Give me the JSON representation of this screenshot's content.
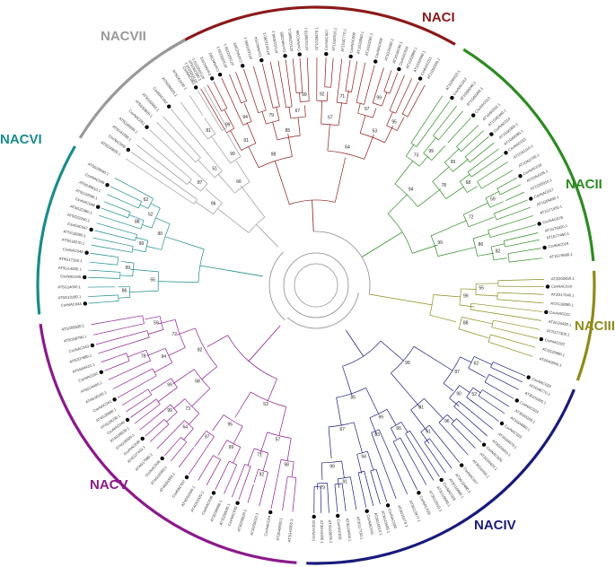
{
  "clades": [
    {
      "name": "NACI",
      "color": "#8b1a1a",
      "from": -32,
      "to": 30
    },
    {
      "name": "NACII",
      "color": "#2e8b22",
      "from": 32,
      "to": 85
    },
    {
      "name": "NACIII",
      "color": "#8b8b1a",
      "from": 87,
      "to": 110
    },
    {
      "name": "NACIV",
      "color": "#1a1a7a",
      "from": 112,
      "to": 182
    },
    {
      "name": "NACV",
      "color": "#8b1a8b",
      "from": 184,
      "to": 262
    },
    {
      "name": "NACVI",
      "color": "#1a8b8b",
      "from": 264,
      "to": 300
    },
    {
      "name": "NACVII",
      "color": "#999999",
      "from": 302,
      "to": 332
    }
  ],
  "leaf_labels": [
    "AT1G01010.1",
    "AT1G02220.1",
    "CsvNAC001",
    "CsvNAC002",
    "AT1G02230.1",
    "AT1G02250.1",
    "CsvNAC003",
    "AT1G03490.1",
    "CsvNAC004",
    "AT1G12260.1",
    "AT1G19040.1",
    "CsvNAC005",
    "AT1G25580.1",
    "CsvNAC006",
    "AT1G26870.1",
    "AT1G28470.1",
    "CsvNAC007",
    "AT1G32510.1",
    "AT1G32770.1",
    "CsvNAC008",
    "AT1G33060.1",
    "AT1G33280.1",
    "CsvNAC009",
    "AT1G34180.1",
    "AT1G34190.1",
    "CsvNAC010",
    "AT1G52880.1",
    "AT1G52890.1",
    "CsvNAC011",
    "AT1G54330.1",
    "AT1G56010.1",
    "CsvNAC012",
    "AT1G60240.1",
    "AT1G60280.1",
    "CsvNAC013",
    "AT1G60300.1",
    "AT1G60340.1",
    "CsvNAC014",
    "AT1G60350.1",
    "AT1G60380.1",
    "CsvNAC015",
    "AT1G61110.1",
    "AT1G62700.1",
    "CsvNAC016",
    "AT1G64105.1",
    "AT1G65910.1",
    "CsvNAC017",
    "AT1G69490.1",
    "AT1G71930.1",
    "CsvNAC018",
    "AT1G76420.1",
    "AT1G77450.1",
    "CsvNAC019",
    "AT1G79580.1",
    "AT2G02450.1",
    "CsvNAC020",
    "AT2G17040.1",
    "AT2G18060.1",
    "CsvNAC021",
    "AT2G24430.1",
    "AT2G27300.1",
    "CsvNAC022",
    "AT2G33480.1",
    "AT2G43000.1",
    "CsvNAC023",
    "AT2G46770.1",
    "AT3G01600.1",
    "CsvNAC024",
    "AT3G03200.1",
    "AT3G04060.1",
    "CsvNAC025",
    "AT3G04070.1",
    "AT3G04410.1",
    "CsvNAC026",
    "AT3G04420.1",
    "AT3G04430.1",
    "CsvNAC027",
    "AT3G10480.1",
    "AT3G10490.1",
    "CsvNAC028",
    "AT3G10500.1",
    "AT3G12910.1",
    "CsvNAC029",
    "AT3G12977.1",
    "AT3G15170.1",
    "CsvNAC030",
    "AT3G15500.1",
    "AT3G15510.1",
    "CsvNAC031",
    "AT3G17730.1",
    "AT3G18400.1",
    "CsvNAC032",
    "AT3G29035.1",
    "AT3G44290.1",
    "CsvNAC033",
    "AT3G44350.1",
    "AT3G49530.1",
    "CsvNAC034",
    "AT3G55210.1",
    "AT3G56520.1",
    "CsvNAC035",
    "AT3G56530.1",
    "AT3G56560.1",
    "CsvNAC036",
    "AT4G01520.1",
    "AT4G01540.1",
    "CsvNAC037",
    "AT4G01550.1",
    "AT4G10350.1",
    "CsvNAC038",
    "AT4G17980.1",
    "AT4G27410.1",
    "CsvNAC039",
    "AT4G28500.1",
    "AT4G28530.1",
    "CsvNAC040",
    "AT4G29230.1",
    "AT4G35580.1",
    "CsvNAC041",
    "AT4G36160.1",
    "AT5G04400.1",
    "CsvNAC042",
    "AT5G04410.1",
    "AT5G07680.1",
    "CsvNAC043",
    "AT5G08790.1",
    "AT5G09330.1",
    "CsvNAC044",
    "AT5G13180.1",
    "AT5G14000.1",
    "CsvNAC045",
    "AT5G14490.1",
    "AT5G17260.1",
    "CsvNAC046",
    "AT5G18270.1",
    "AT5G18300.1",
    "CsvNAC047",
    "AT5G22290.1",
    "AT5G22380.1",
    "CsvNAC048",
    "AT5G24590.1",
    "AT5G39610.1",
    "CsvNAC049",
    "AT5G39690.1",
    "AT5G39820.1",
    "CsvNAC050",
    "AT5G41090.1",
    "AT5G46590.1",
    "CsvNAC051",
    "AT5G50820.1",
    "AT5G53950.1",
    "CsvNAC052",
    "AT5G56620.1",
    "AT5G61430.1",
    "CsvNAC053",
    "AT5G62380.1",
    "AT5G63790.1",
    "CsvNAC054",
    "AT5G64060.1",
    "AT5G64530.1",
    "CsvNAC055",
    "AT5G66300.1",
    "AT1G02210.1",
    "CsvNAC056",
    "AT1G32870.1",
    "AT1G62700.2",
    "CsvNAC057",
    "AT2G43000.2",
    "AT3G15170.2",
    "CsvNAC058"
  ],
  "bootstrap_values": [
    "99",
    "94",
    "91",
    "79",
    "99",
    "67",
    "85",
    "98",
    "92",
    "71",
    "57",
    "99",
    "97",
    "95",
    "53",
    "64",
    "99",
    "73",
    "99",
    "68",
    "78",
    "94",
    "59",
    "72",
    "82",
    "86",
    "99",
    "55",
    "99",
    "88",
    "62",
    "52",
    "90",
    "87",
    "96",
    "51",
    "81",
    "99",
    "66",
    "83"
  ]
}
